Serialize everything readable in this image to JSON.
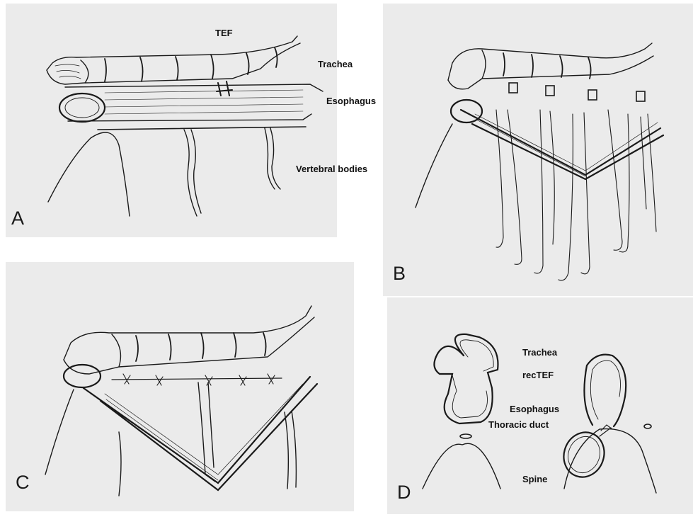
{
  "panels": {
    "a": {
      "letter": "A",
      "labels": {
        "tef": "TEF",
        "trachea": "Trachea",
        "esophagus": "Esophagus",
        "vertebral": "Vertebral bodies"
      }
    },
    "b": {
      "letter": "B"
    },
    "c": {
      "letter": "C"
    },
    "d": {
      "letter": "D",
      "labels": {
        "trachea": "Trachea",
        "rectef": "recTEF",
        "esophagus": "Esophagus",
        "thoracic_duct": "Thoracic duct",
        "spine": "Spine"
      }
    }
  },
  "colors": {
    "panel_background": "#ebebeb",
    "ink": "#1a1a1a"
  }
}
